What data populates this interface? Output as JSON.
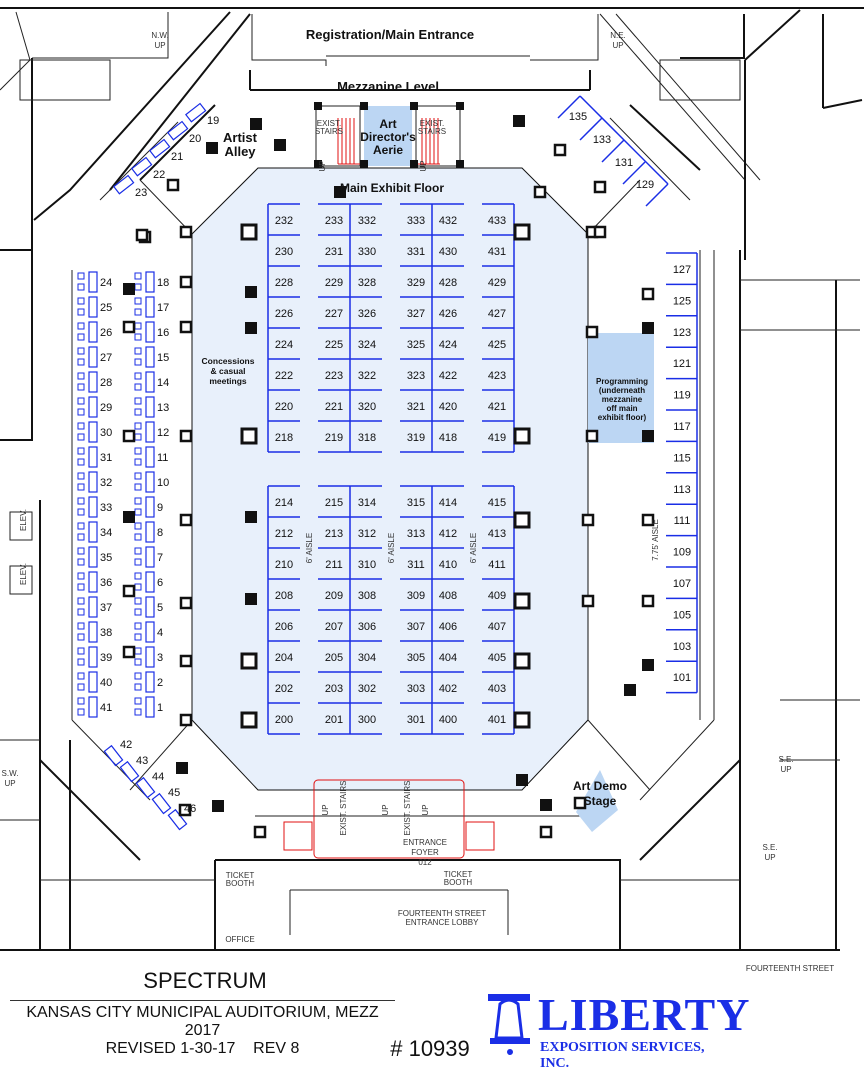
{
  "labels": {
    "registration": "Registration/Main Entrance",
    "mezzanine": "Mezzanine Level",
    "art_directors": [
      "Art",
      "Director's",
      "Aerie"
    ],
    "artist_alley": [
      "Artist",
      "Alley"
    ],
    "main_floor": "Main Exhibit Floor",
    "concessions": [
      "Concessions",
      "& casual",
      "meetings"
    ],
    "programming": [
      "Programming",
      "(underneath",
      "mezzanine",
      "off main",
      "exhibit floor)"
    ],
    "art_demo": [
      "Art Demo",
      "Stage"
    ],
    "nw_up": [
      "N.W.",
      "UP"
    ],
    "ne_up": [
      "N.E.",
      "UP"
    ],
    "sw_up": [
      "S.W.",
      "UP"
    ],
    "se_up": [
      "S.E.",
      "UP"
    ],
    "se_up2": [
      "S.E.",
      "UP"
    ],
    "exist_stairs": [
      "EXIST.",
      "STAIRS"
    ],
    "exist_stairs_vertical": "EXIST. STAIRS",
    "aisle_6": "6' AISLE",
    "aisle_775": "7.75' AISLE",
    "entrance_foyer": [
      "ENTRANCE",
      "FOYER",
      "012"
    ],
    "ticket_booth": [
      "TICKET",
      "BOOTH"
    ],
    "office": "OFFICE",
    "lobby": [
      "FOURTEENTH STREET",
      "ENTRANCE LOBBY"
    ],
    "elev": "ELEV.",
    "up": "UP",
    "fourteenth_street": "FOURTEENTH STREET"
  },
  "booths": {
    "top_block": [
      [
        "232",
        "233",
        "332",
        "333",
        "432",
        "433"
      ],
      [
        "230",
        "231",
        "330",
        "331",
        "430",
        "431"
      ],
      [
        "228",
        "229",
        "328",
        "329",
        "428",
        "429"
      ],
      [
        "226",
        "227",
        "326",
        "327",
        "426",
        "427"
      ],
      [
        "224",
        "225",
        "324",
        "325",
        "424",
        "425"
      ],
      [
        "222",
        "223",
        "322",
        "323",
        "422",
        "423"
      ],
      [
        "220",
        "221",
        "320",
        "321",
        "420",
        "421"
      ],
      [
        "218",
        "219",
        "318",
        "319",
        "418",
        "419"
      ]
    ],
    "bottom_block": [
      [
        "214",
        "215",
        "314",
        "315",
        "414",
        "415"
      ],
      [
        "212",
        "213",
        "312",
        "313",
        "412",
        "413"
      ],
      [
        "210",
        "211",
        "310",
        "311",
        "410",
        "411"
      ],
      [
        "208",
        "209",
        "308",
        "309",
        "408",
        "409"
      ],
      [
        "206",
        "207",
        "306",
        "307",
        "406",
        "407"
      ],
      [
        "204",
        "205",
        "304",
        "305",
        "404",
        "405"
      ],
      [
        "202",
        "203",
        "302",
        "303",
        "402",
        "403"
      ],
      [
        "200",
        "201",
        "300",
        "301",
        "400",
        "401"
      ]
    ],
    "right_wall": [
      "127",
      "125",
      "123",
      "121",
      "119",
      "117",
      "115",
      "113",
      "111",
      "109",
      "107",
      "105",
      "103",
      "101"
    ],
    "ne_diagonal": [
      "135",
      "133",
      "131",
      "129"
    ],
    "left_outer_tables": [
      "24",
      "25",
      "26",
      "27",
      "28",
      "29",
      "30",
      "31",
      "32",
      "33",
      "34",
      "35",
      "36",
      "37",
      "38",
      "39",
      "40",
      "41"
    ],
    "left_inner_tables": [
      "18",
      "17",
      "16",
      "15",
      "14",
      "13",
      "12",
      "11",
      "10",
      "9",
      "8",
      "7",
      "6",
      "5",
      "4",
      "3",
      "2",
      "1"
    ],
    "nw_tables": [
      "19",
      "20",
      "21",
      "22",
      "23"
    ],
    "sw_tables": [
      "42",
      "43",
      "44",
      "45",
      "46"
    ]
  },
  "footer": {
    "title": "SPECTRUM",
    "venue": "KANSAS CITY MUNICIPAL AUDITORIUM, MEZZ",
    "year": "2017",
    "revised": "REVISED 1-30-17    REV 8",
    "number": "# 10939",
    "logo_main": "LIBERTY",
    "logo_sub": "EXPOSITION SERVICES, INC."
  },
  "colors": {
    "floor": "#e8f0fb",
    "highlight": "#bcd6f3",
    "booth_line": "#1a2ee6",
    "stairs": "#e01010",
    "logo": "#1a2ee6"
  }
}
